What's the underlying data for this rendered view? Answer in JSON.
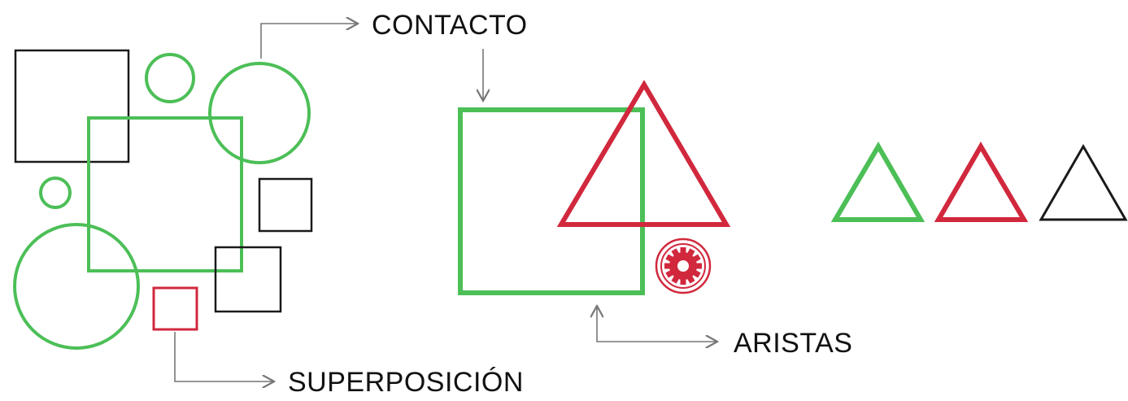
{
  "labels": {
    "contact": "CONTACTO",
    "edges": "ARISTAS",
    "overlap": "SUPERPOSICIÓN"
  },
  "colors": {
    "green": "#4cbf57",
    "red": "#d1283d",
    "black": "#1a1a1a",
    "arrow": "#777777"
  },
  "icons": {
    "gear": "gear-icon"
  }
}
